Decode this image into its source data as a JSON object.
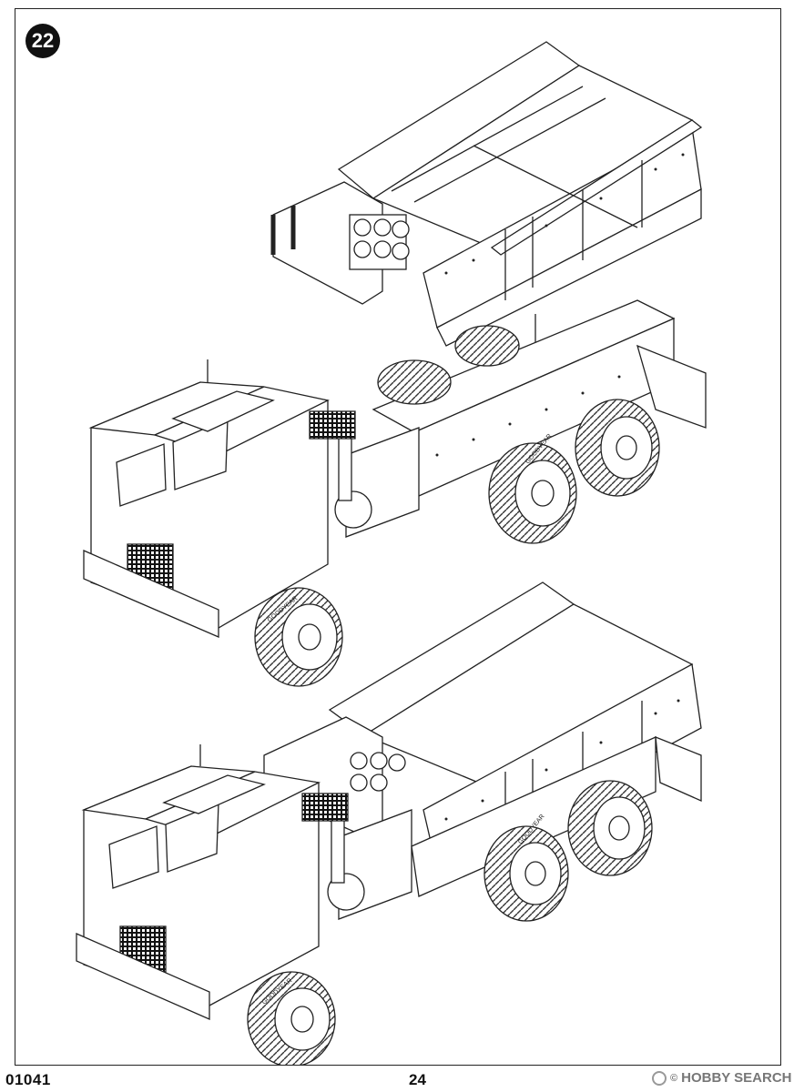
{
  "step": {
    "number": "22"
  },
  "footer": {
    "product_code": "01041",
    "page_number": "24"
  },
  "watermark": {
    "copyright": "©",
    "text": "HOBBY SEARCH"
  },
  "tire_marking": {
    "brand": "GOODYEAR"
  },
  "colors": {
    "line": "#222222",
    "fill": "#ffffff",
    "grille": "#111111"
  }
}
